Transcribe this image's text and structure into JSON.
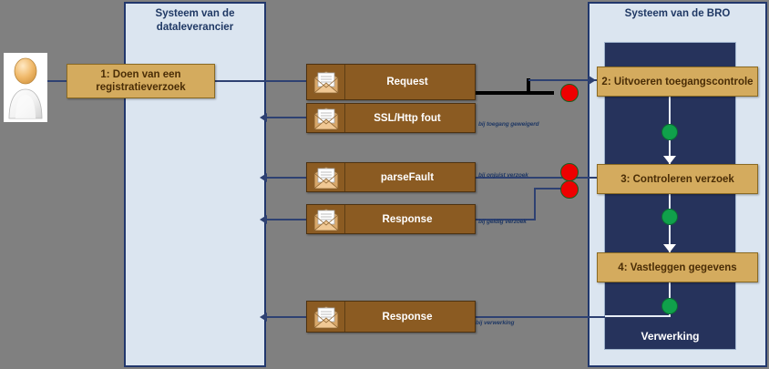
{
  "diagram": {
    "type": "swimlane-process-flow",
    "background_color": "#808080",
    "lanes": [
      {
        "id": "dataleverancier",
        "title": "Systeem van de dataleverancier"
      },
      {
        "id": "bro",
        "title": "Systeem van de BRO"
      }
    ],
    "bro_column_label": "Verwerking",
    "actor": {
      "name": "actor-person",
      "label": ""
    },
    "steps": [
      {
        "id": "step1",
        "label": "1: Doen van een registratieverzoek"
      },
      {
        "id": "step2",
        "label": "2: Uitvoeren toegangscontrole"
      },
      {
        "id": "step3",
        "label": "3:  Controleren verzoek"
      },
      {
        "id": "step4",
        "label": "4: Vastleggen gegevens"
      }
    ],
    "messages": [
      {
        "id": "request",
        "label": "Request",
        "icon": "envelope-icon"
      },
      {
        "id": "sslfout",
        "label": "SSL/Http fout",
        "icon": "envelope-icon"
      },
      {
        "id": "parsefault",
        "label": "parseFault",
        "icon": "envelope-icon"
      },
      {
        "id": "response1",
        "label": "Response",
        "icon": "envelope-icon"
      },
      {
        "id": "response2",
        "label": "Response",
        "icon": "envelope-icon"
      }
    ],
    "annotations": [
      {
        "id": "annot-toegang",
        "text": "bij toegang geweigerd"
      },
      {
        "id": "annot-onjuist",
        "text": "bij onjuist verzoek"
      },
      {
        "id": "annot-geldig",
        "text": "bij geldig verzoek"
      },
      {
        "id": "annot-verwerking",
        "text": "bij verwerking"
      }
    ],
    "colors": {
      "lane_fill": "#dbe5f0",
      "lane_border": "#21376c",
      "dark_column": "#26335c",
      "step_box": "#d4ab5e",
      "message_box": "#8b5b22",
      "connector": "#2e4172",
      "decision_dot": "#ee0000",
      "flow_dot": "#10a14b",
      "canvas": "#808080"
    }
  }
}
